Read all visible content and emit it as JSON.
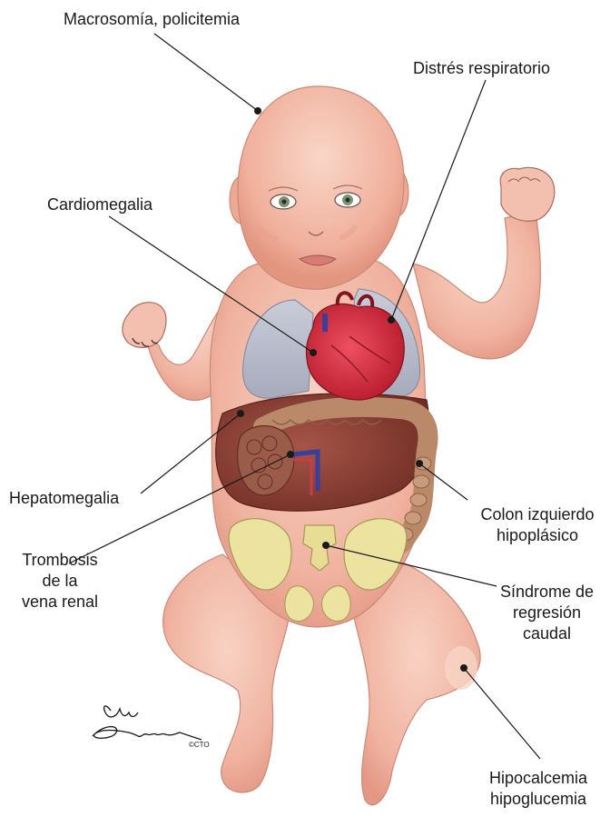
{
  "labels": {
    "macrosomia": "Macrosomía, policitemia",
    "distres": "Distrés respiratorio",
    "cardiomegalia": "Cardiomegalia",
    "hepatomegalia": "Hepatomegalia",
    "colon_line1": "Colon izquierdo",
    "colon_line2": "hipoplásico",
    "trombosis_line1": "Trombosis",
    "trombosis_line2": "de la",
    "trombosis_line3": "vena renal",
    "sindrome_line1": "Síndrome de",
    "sindrome_line2": "regresión",
    "sindrome_line3": "caudal",
    "hipocalcemia_line1": "Hipocalcemia",
    "hipocalcemia_line2": "hipoglucemia"
  },
  "credit": {
    "signature": "Ana Zamora",
    "copyright": "©CTO"
  },
  "colors": {
    "skin": "#f2b8a6",
    "skin_shadow": "#e59a88",
    "lung": "#b7bccb",
    "heart": "#d8283a",
    "liver": "#8a3e33",
    "colon": "#b9896a",
    "pelvis": "#ede3a0"
  }
}
